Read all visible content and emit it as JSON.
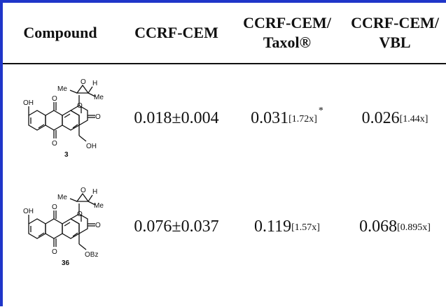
{
  "table": {
    "headers": [
      {
        "line1": "Compound",
        "line2": ""
      },
      {
        "line1": "CCRF-CEM",
        "line2": ""
      },
      {
        "line1": "CCRF-CEM/",
        "line2": "Taxol®"
      },
      {
        "line1": "CCRF-CEM/",
        "line2": "VBL"
      }
    ],
    "rows": [
      {
        "compound_number": "3",
        "substituent": "OH",
        "cem": "0.018±0.004",
        "taxol_value": "0.031",
        "taxol_fold": "[1.72x]",
        "taxol_mark": "*",
        "vbl_value": "0.026",
        "vbl_fold": "[1.44x]"
      },
      {
        "compound_number": "36",
        "substituent": "OBz",
        "cem": "0.076±0.037",
        "taxol_value": "0.119",
        "taxol_fold": "[1.57x]",
        "taxol_mark": "",
        "vbl_value": "0.068",
        "vbl_fold": "[0.895x]"
      }
    ],
    "structure_labels": {
      "me_left": "Me",
      "me_right": "Me",
      "h": "H",
      "phenol": "OH"
    }
  },
  "colors": {
    "frame": "#1f36c9",
    "rule": "#111111"
  }
}
